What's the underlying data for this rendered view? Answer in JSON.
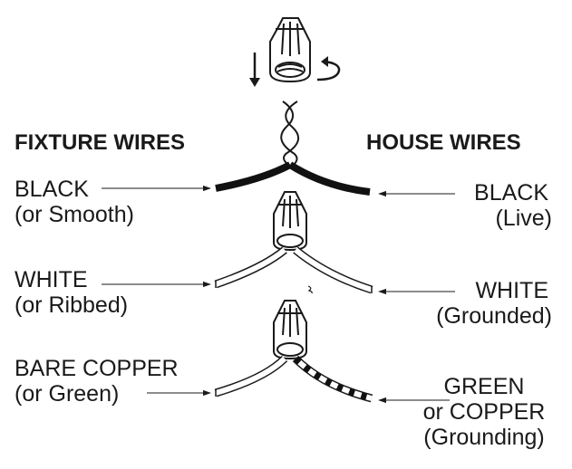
{
  "headings": {
    "fixture": "FIXTURE WIRES",
    "house": "HOUSE WIRES"
  },
  "fixture_wires": [
    {
      "line1": "BLACK",
      "line2": "(or Smooth)"
    },
    {
      "line1": "WHITE",
      "line2": "(or Ribbed)"
    },
    {
      "line1": "BARE COPPER",
      "line2": "(or Green)"
    }
  ],
  "house_wires": [
    {
      "line1": "BLACK",
      "line2": "(Live)"
    },
    {
      "line1": "WHITE",
      "line2": "(Grounded)"
    },
    {
      "line1": "GREEN",
      "line2": "or COPPER",
      "line3": "(Grounding)"
    }
  ],
  "colors": {
    "ink": "#1a1a1a",
    "black_wire": "#111111",
    "white_wire": "#ffffff"
  },
  "icons": [
    "wire-nut-icon",
    "down-arrow-icon",
    "twist-arrow-icon"
  ]
}
